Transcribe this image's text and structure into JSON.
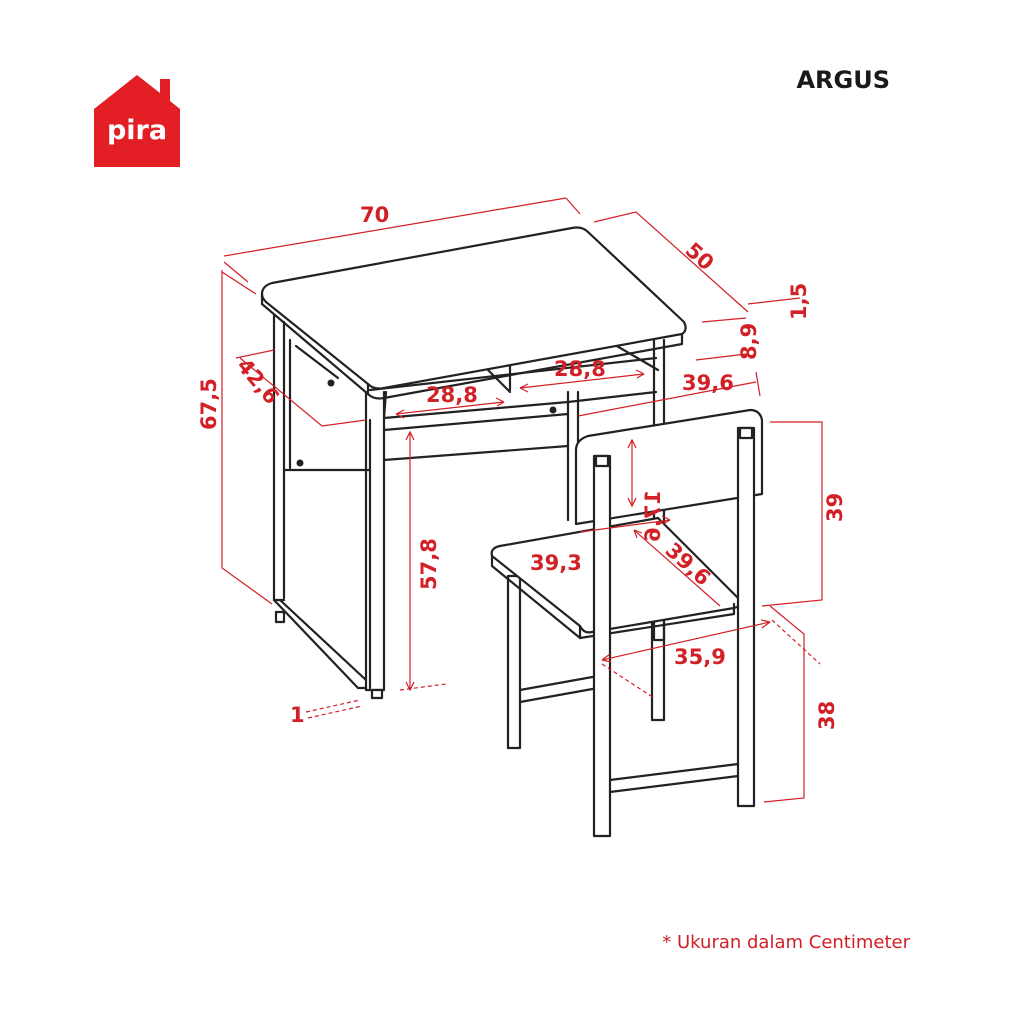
{
  "brand": {
    "logo_text": "pira",
    "color": "#e31e24"
  },
  "product": {
    "name": "ARGUS"
  },
  "note": "* Ukuran dalam Centimeter",
  "dimensions": {
    "desk_width": "70",
    "desk_depth": "50",
    "top_thickness": "1,5",
    "apron_height": "8,9",
    "desk_height": "67,5",
    "side_depth": "42,6",
    "shelf_left_width": "28,8",
    "shelf_right_width": "28,8",
    "leg_clearance_depth": "39,6",
    "knee_height": "57,8",
    "foot_height": "1",
    "chair_back_height": "17,6",
    "chair_back_total": "39",
    "chair_seat_width": "39,3",
    "chair_seat_depth": "39,6",
    "chair_front_width": "35,9",
    "chair_seat_height": "38"
  },
  "colors": {
    "dimension": "#d22027",
    "line": "#222222",
    "logo": "#e31e24"
  }
}
